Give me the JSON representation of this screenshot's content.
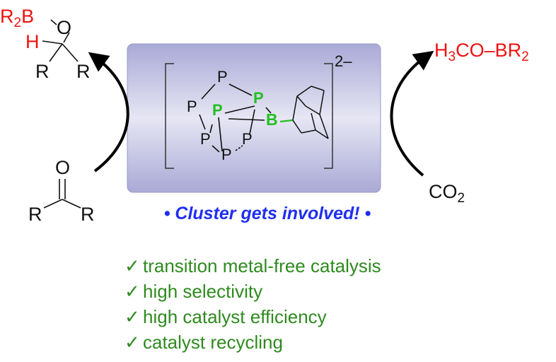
{
  "product_left": {
    "r2b": "R",
    "r2b_sub": "2",
    "boron": "B",
    "oxygen": "O",
    "hydrogen": "H",
    "r_left": "R",
    "r_right": "R"
  },
  "ketone": {
    "oxygen": "O",
    "r_left": "R",
    "r_right": "R"
  },
  "product_right": {
    "prefix": "H",
    "prefix_sub": "3",
    "mid": "CO–BR",
    "suffix_sub": "2"
  },
  "co2": {
    "text": "CO",
    "sub": "2"
  },
  "cluster": {
    "charge": "2–",
    "atoms": {
      "p_top": "P",
      "p_left": "P",
      "p_center": "P",
      "p_right": "P",
      "p_low_left": "P",
      "p_low_right": "P",
      "p_bottom": "P",
      "boron": "B"
    }
  },
  "tagline": "• Cluster gets involved! •",
  "features": [
    {
      "check": "✓",
      "text": "transition metal-free catalysis"
    },
    {
      "check": "✓",
      "text": "high selectivity"
    },
    {
      "check": "✓",
      "text": "high catalyst efficiency"
    },
    {
      "check": "✓",
      "text": "catalyst recycling"
    }
  ],
  "colors": {
    "product": "#ee1111",
    "cluster_highlight": "#22c022",
    "tagline": "#1f2ff0",
    "features": "#2f8a1f",
    "box": "#b9b9dd"
  }
}
